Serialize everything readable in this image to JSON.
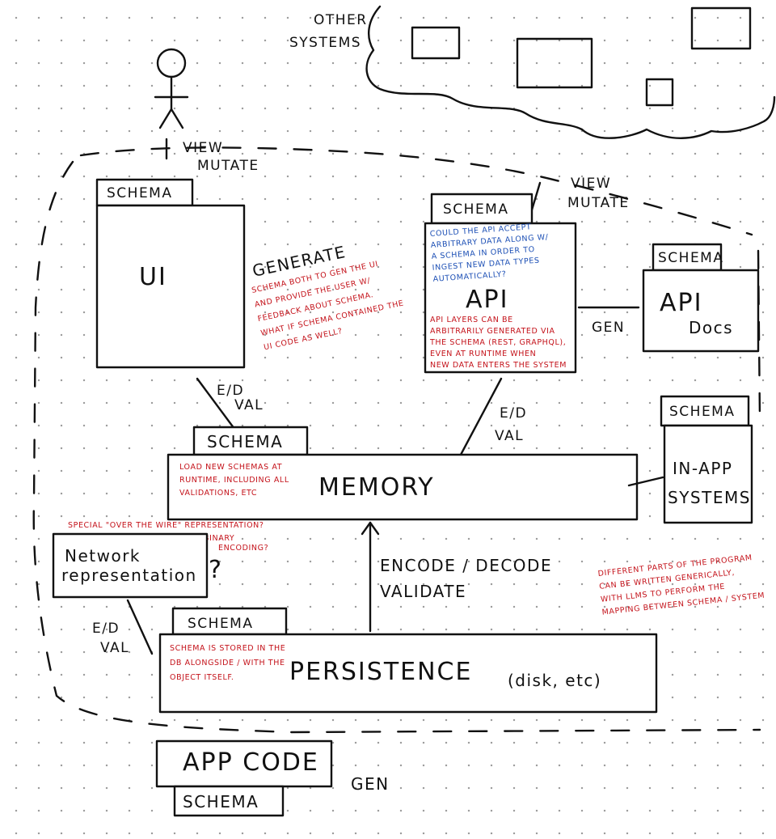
{
  "colors": {
    "ink": "#111111",
    "note_red": "#c4121a",
    "note_blue": "#1c4fb5",
    "paper": "#ffffff"
  },
  "icons": {
    "actor": "stick-figure-icon",
    "other_systems_cloud": "cloud-icon"
  },
  "labels": {
    "other": "OTHER",
    "systems": "SYSTEMS",
    "view_user": "VIEW",
    "mutate_user": "MUTATE",
    "view_api": "VIEW",
    "mutate_api": "MUTATE",
    "ui_schema": "SCHEMA",
    "ui": "UI",
    "generate": "GENERATE",
    "api_schema": "SCHEMA",
    "api": "API",
    "gen_docs": "GEN",
    "docs_schema": "SCHEMA",
    "api_docs_1": "API",
    "api_docs_2": "Docs",
    "ed_ui": "E/D",
    "val_ui": "VAL",
    "ed_api": "E/D",
    "val_api": "VAL",
    "memory_schema": "SCHEMA",
    "memory": "MEMORY",
    "inapp_schema": "SCHEMA",
    "inapp_1": "IN-APP",
    "inapp_2": "SYSTEMS",
    "network_1": "Network",
    "network_2": "representation",
    "question": "?",
    "encode_decode": "ENCODE / DECODE",
    "validate": "VALIDATE",
    "ed_network": "E/D",
    "val_network": "VAL",
    "persistence_schema": "SCHEMA",
    "persistence": "PERSISTENCE",
    "persistence_suffix": "(disk, etc)",
    "app_code": "APP CODE",
    "gen_app": "GEN",
    "app_schema": "SCHEMA"
  },
  "notes": {
    "ui_notes": [
      "SCHEMA BOTH TO GEN THE UI",
      "AND PROVIDE THE USER W/",
      "FEEDBACK ABOUT SCHEMA.",
      "WHAT IF SCHEMA CONTAINED THE",
      "UI CODE AS WELL?"
    ],
    "api_blue": [
      "COULD THE API ACCEPT",
      "ARBITRARY DATA ALONG W/",
      "A SCHEMA IN ORDER TO",
      "INGEST NEW DATA TYPES",
      "AUTOMATICALLY?"
    ],
    "api_red": [
      "API LAYERS CAN BE",
      "ARBITRARILY GENERATED VIA",
      "THE SCHEMA (REST, GRAPHQL),",
      "EVEN AT RUNTIME WHEN",
      "NEW DATA ENTERS THE SYSTEM"
    ],
    "memory_notes": [
      "LOAD NEW SCHEMAS AT",
      "RUNTIME, INCLUDING ALL",
      "VALIDATIONS, ETC"
    ],
    "wire_notes": [
      "SPECIAL \"OVER THE WIRE\" REPRESENTATION?",
      "BINARY",
      "ENCODING?"
    ],
    "inapp_notes": [
      "DIFFERENT PARTS OF THE PROGRAM",
      "CAN BE WRITTEN GENERICALLY,",
      "WITH LLMS TO PERFORM THE",
      "MAPPING BETWEEN SCHEMA / SYSTEM"
    ],
    "persistence_notes": [
      "SCHEMA IS STORED IN THE",
      "DB ALONGSIDE / WITH THE",
      "OBJECT ITSELF."
    ]
  }
}
